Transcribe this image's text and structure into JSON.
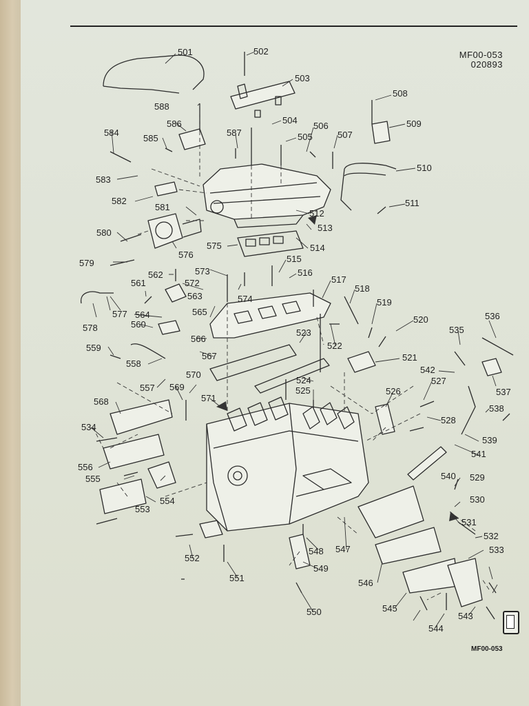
{
  "header": {
    "code_primary": "MF00-053",
    "code_date": "020893"
  },
  "footer": {
    "code": "MF00-053"
  },
  "callouts": [
    "501",
    "502",
    "503",
    "504",
    "505",
    "506",
    "507",
    "508",
    "509",
    "510",
    "511",
    "512",
    "513",
    "514",
    "515",
    "516",
    "517",
    "518",
    "519",
    "520",
    "521",
    "522",
    "523",
    "524",
    "525",
    "526",
    "527",
    "528",
    "529",
    "530",
    "531",
    "532",
    "533",
    "534",
    "535",
    "536",
    "537",
    "538",
    "539",
    "540",
    "541",
    "542",
    "543",
    "544",
    "545",
    "546",
    "547",
    "548",
    "549",
    "550",
    "551",
    "552",
    "553",
    "554",
    "555",
    "556",
    "557",
    "558",
    "559",
    "560",
    "561",
    "562",
    "563",
    "564",
    "565",
    "566",
    "567",
    "568",
    "569",
    "570",
    "571",
    "572",
    "573",
    "574",
    "575",
    "576",
    "577",
    "578",
    "579",
    "580",
    "581",
    "582",
    "583",
    "584",
    "585",
    "586",
    "587",
    "588"
  ],
  "icons": {
    "publisher_logo": "box-logo-icon",
    "direction_arrow": "arrow-icon"
  }
}
